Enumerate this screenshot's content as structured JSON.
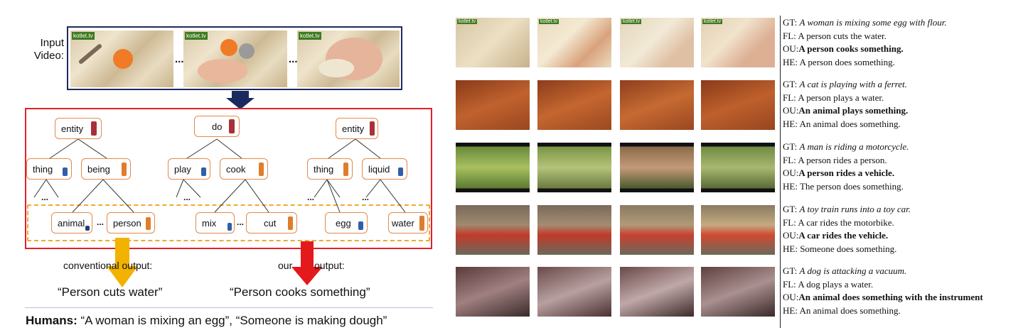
{
  "left": {
    "input_label": "Input Video:",
    "watermark": "kotlet.tv",
    "ellipsis": "...",
    "small_ellipsis": "...",
    "trees": [
      {
        "root": "entity",
        "mid": [
          "thing",
          "being"
        ],
        "leaves": [
          "animal",
          "person"
        ]
      },
      {
        "root": "do",
        "mid": [
          "play",
          "cook"
        ],
        "leaves": [
          "mix",
          "cut"
        ]
      },
      {
        "root": "entity",
        "mid": [
          "thing",
          "liquid"
        ],
        "leaves": [
          "egg",
          "water"
        ]
      }
    ],
    "conventional_label": "conventional output:",
    "our_label": "our",
    "our_label_2": "output:",
    "conventional_result": "“Person cuts water”",
    "our_result": "“Person cooks something”",
    "humans_label": "Humans:",
    "humans_text": "“A woman is mixing an egg”, “Someone is making dough”",
    "colors": {
      "dark_red": "#a8303a",
      "orange": "#e07d2a",
      "blue": "#2f5fa8",
      "yellow_arrow": "#f2b200",
      "red_arrow": "#e4191c",
      "navy_arrow": "#1a2a5e"
    }
  },
  "right": {
    "watermark": "kotlet.tv",
    "rows": [
      {
        "gt": "A woman is mixing some egg with flour.",
        "fl": "A person cuts the water.",
        "ou": "A person cooks something.",
        "he": "A person does something."
      },
      {
        "gt": "A cat is playing with a ferret.",
        "fl": "A person plays a water.",
        "ou": "An animal plays something.",
        "he": "An animal does something."
      },
      {
        "gt": "A man is riding a motorcycle.",
        "fl": "A person rides a person.",
        "ou": "A person rides a vehicle.",
        "he": "The person does something."
      },
      {
        "gt": "A toy train runs into a toy car.",
        "fl": "A car rides the motorbike.",
        "ou": "A car rides the vehicle.",
        "he": "Someone does something."
      },
      {
        "gt": "A dog is attacking a vacuum.",
        "fl": "A dog plays a water.",
        "ou": "An animal does something with the instrument",
        "he": "An animal does something."
      }
    ],
    "prefix": {
      "gt": "GT:",
      "fl": "FL:",
      "ou": "OU:",
      "he": "HE:"
    }
  }
}
